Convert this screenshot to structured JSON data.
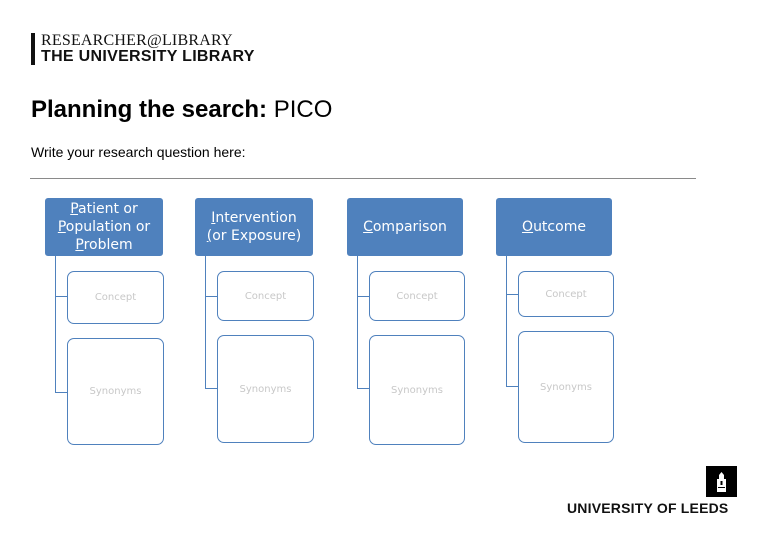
{
  "brand": {
    "line1": "RESEARCHER@LIBRARY",
    "line2": "THE UNIVERSITY LIBRARY"
  },
  "title": {
    "bold": "Planning the search:",
    "normal": "PICO"
  },
  "prompt": "Write your research question here:",
  "columns": [
    {
      "heading_lines": [
        "Patient or",
        "Population or",
        "Problem"
      ],
      "concept": "Concept",
      "synonyms": "Synonyms"
    },
    {
      "heading_lines": [
        "Intervention",
        "(or Exposure)"
      ],
      "concept": "Concept",
      "synonyms": "Synonyms"
    },
    {
      "heading_lines": [
        "Comparison"
      ],
      "concept": "Concept",
      "synonyms": "Synonyms"
    },
    {
      "heading_lines": [
        "Outcome"
      ],
      "concept": "Concept",
      "synonyms": "Synonyms"
    }
  ],
  "footer": {
    "university": "UNIVERSITY OF LEEDS"
  },
  "colors": {
    "accent": "#4f81bd",
    "placeholder_text": "#c8c8c8"
  }
}
